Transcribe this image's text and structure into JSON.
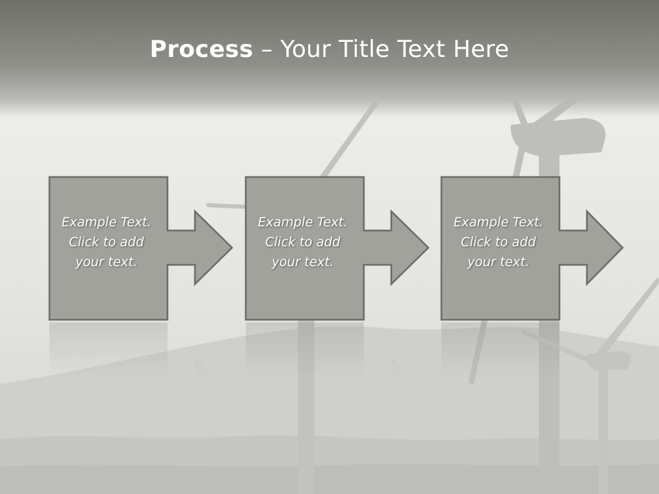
{
  "slide": {
    "title_bold": "Process",
    "title_rest": " – Your Title Text Here",
    "colors": {
      "title_band": "#8e8e88",
      "sky": "#e9e9e7",
      "box_fill": "#a3a39d",
      "box_border": "#6f6f69",
      "text": "#ffffff"
    }
  },
  "steps": [
    {
      "line1": "Example Text.",
      "line2": "Click  to add",
      "line3": "your text."
    },
    {
      "line1": "Example Text.",
      "line2": "Click  to add",
      "line3": "your text."
    },
    {
      "line1": "Example Text.",
      "line2": "Click  to add",
      "line3": "your text."
    }
  ]
}
